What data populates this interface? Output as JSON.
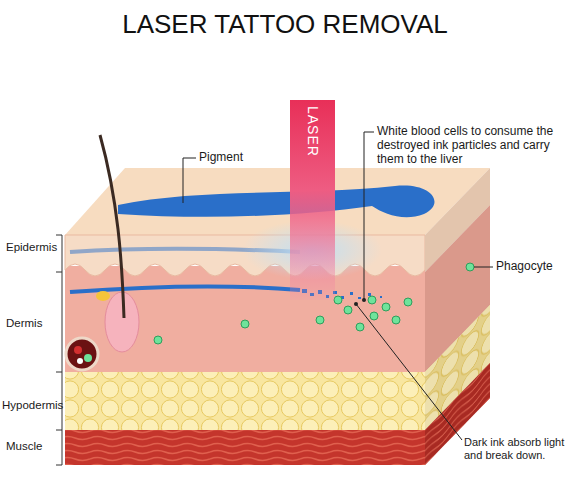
{
  "diagram": {
    "title": "LASER TATTOO REMOVAL",
    "nodes": [
      {
        "text": [
          "LASER"
        ]
      }
    ],
    "labels": [
      "Pigment",
      "White blood cells to consume the destroyed ink particles and carry them to the liver",
      "Phagocyte",
      "Epidermis",
      "Dermis",
      "Hypodermis",
      "Muscle",
      "Dark ink absorb light and break down."
    ]
  }
}
